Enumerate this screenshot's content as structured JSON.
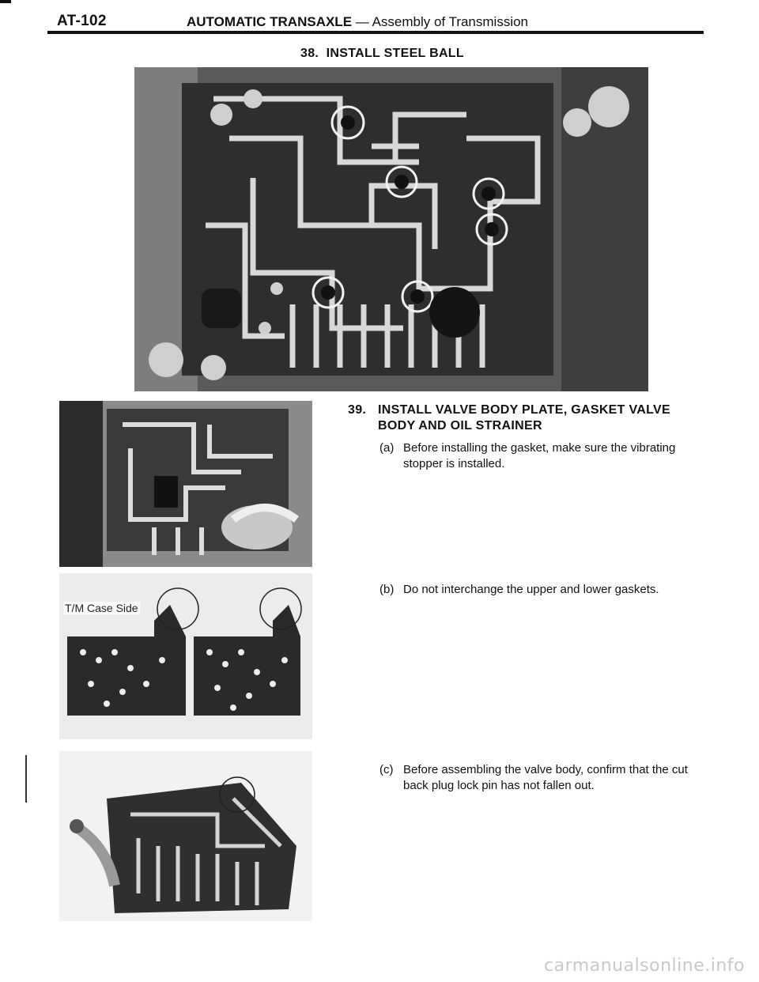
{
  "header": {
    "page_number": "AT-102",
    "section": "AUTOMATIC TRANSAXLE",
    "separator": "—",
    "subsection": "Assembly of Transmission"
  },
  "steps": [
    {
      "number": "38.",
      "title": "INSTALL STEEL BALL"
    },
    {
      "number": "39.",
      "title": "INSTALL VALVE BODY PLATE, GASKET VALVE BODY AND OIL STRAINER",
      "items": [
        {
          "label": "(a)",
          "text": "Before installing the gasket, make sure the vibrating stopper is installed."
        },
        {
          "label": "(b)",
          "text": "Do not interchange the upper and lower gaskets."
        },
        {
          "label": "(c)",
          "text": "Before assembling the valve body, confirm that the cut back plug lock pin has not fallen out."
        }
      ]
    }
  ],
  "figures": {
    "gasket_label": "T/M Case Side"
  },
  "watermark": "carmanualsonline.info"
}
